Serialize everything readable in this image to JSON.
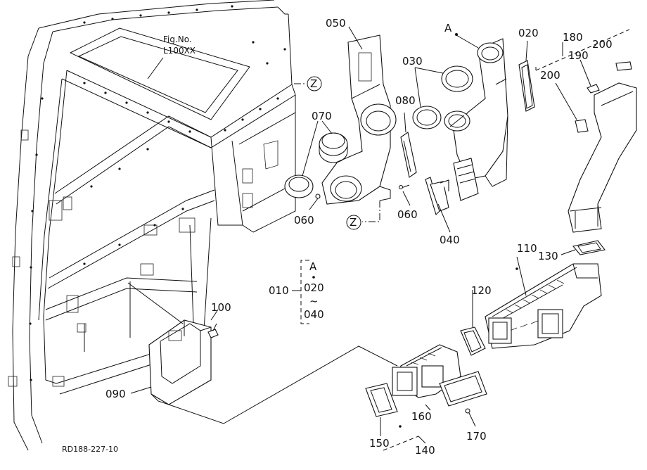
{
  "figure_note": {
    "line1": "Fig.No.",
    "line2": "L100XX"
  },
  "ref_code": "RD188-227-10",
  "view_marker": "Z",
  "group_letter": "A",
  "legend": {
    "main": "010",
    "a": "A",
    "first": "020",
    "tilde": "~",
    "last": "040"
  },
  "parts": {
    "p010": "010",
    "p020": "020",
    "p030": "030",
    "p040": "040",
    "p050": "050",
    "p060": "060",
    "p070": "070",
    "p080": "080",
    "p090": "090",
    "p100": "100",
    "p110": "110",
    "p120": "120",
    "p130": "130",
    "p140": "140",
    "p150": "150",
    "p160": "160",
    "p170": "170",
    "p180": "180",
    "p190": "190",
    "p200": "200"
  }
}
